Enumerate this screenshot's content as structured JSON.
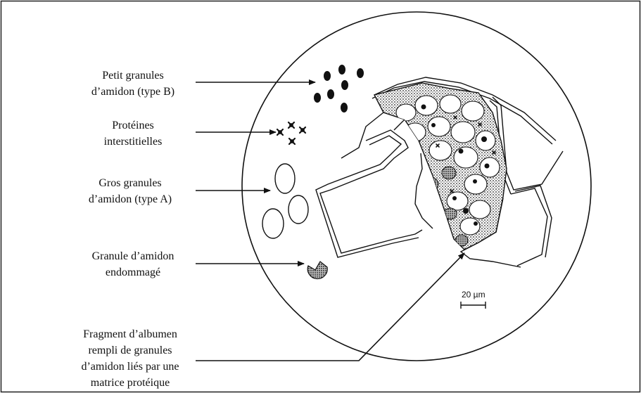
{
  "labels": {
    "small_granules": [
      "Petit granules",
      "d’amidon (type B)"
    ],
    "proteins": [
      "Protéines",
      "interstitielles"
    ],
    "large_granules": [
      "Gros granules",
      "d’amidon (type A)"
    ],
    "damaged": [
      "Granule d’amidon",
      "endommagé"
    ],
    "fragment": [
      "Fragment d’albumen",
      "rempli de granules",
      "d’amidon liés par une",
      "matrice protéique"
    ]
  },
  "scale_bar": {
    "label": "20 µm"
  },
  "colors": {
    "ink": "#111111",
    "background": "#ffffff",
    "hatch": "#555555"
  }
}
